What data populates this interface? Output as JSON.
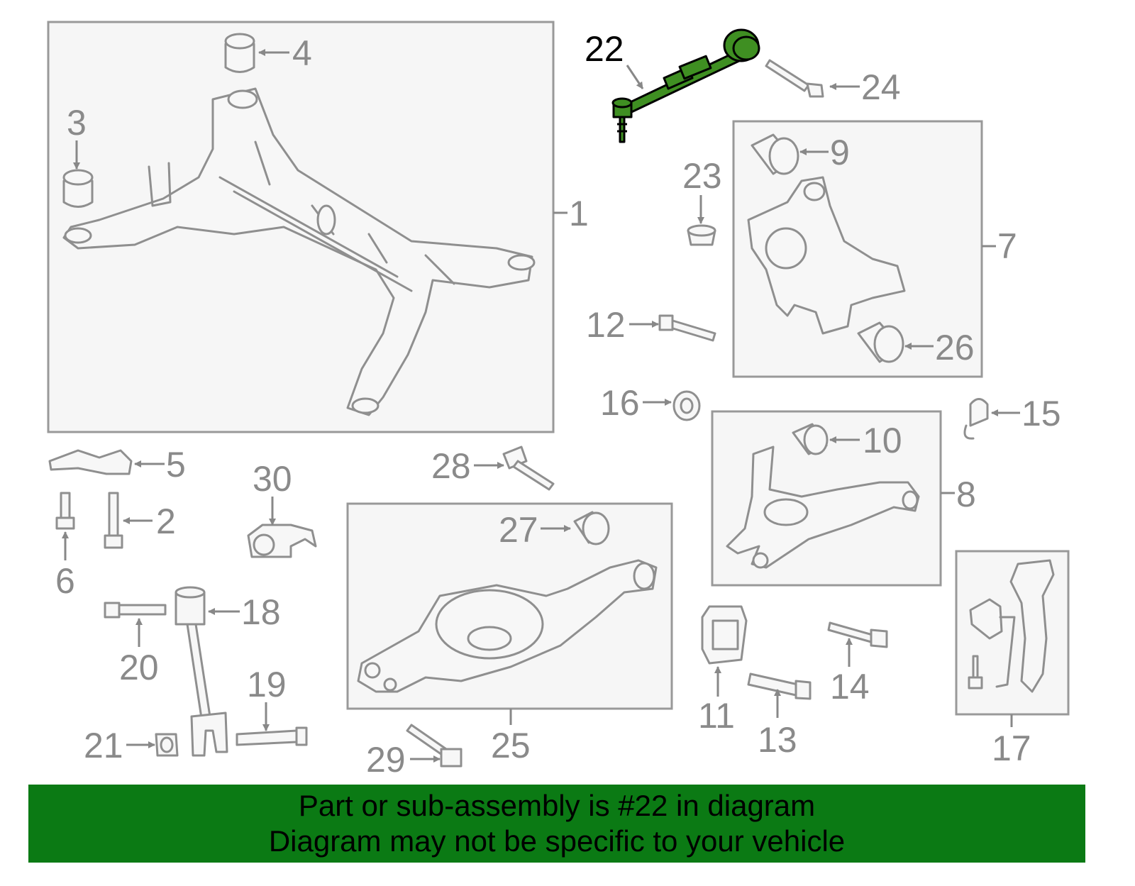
{
  "diagram": {
    "callouts": [
      "1",
      "2",
      "3",
      "4",
      "5",
      "6",
      "7",
      "8",
      "9",
      "10",
      "11",
      "12",
      "13",
      "14",
      "15",
      "16",
      "17",
      "18",
      "19",
      "20",
      "21",
      "22",
      "23",
      "24",
      "25",
      "26",
      "27",
      "28",
      "29",
      "30"
    ],
    "highlighted_callout": "22",
    "highlight_color": "#3f8f22",
    "banner_color": "#0b7a14"
  },
  "banner": {
    "line1": "Part or sub-assembly is #22 in diagram",
    "line2": "Diagram may not be specific to your vehicle"
  }
}
